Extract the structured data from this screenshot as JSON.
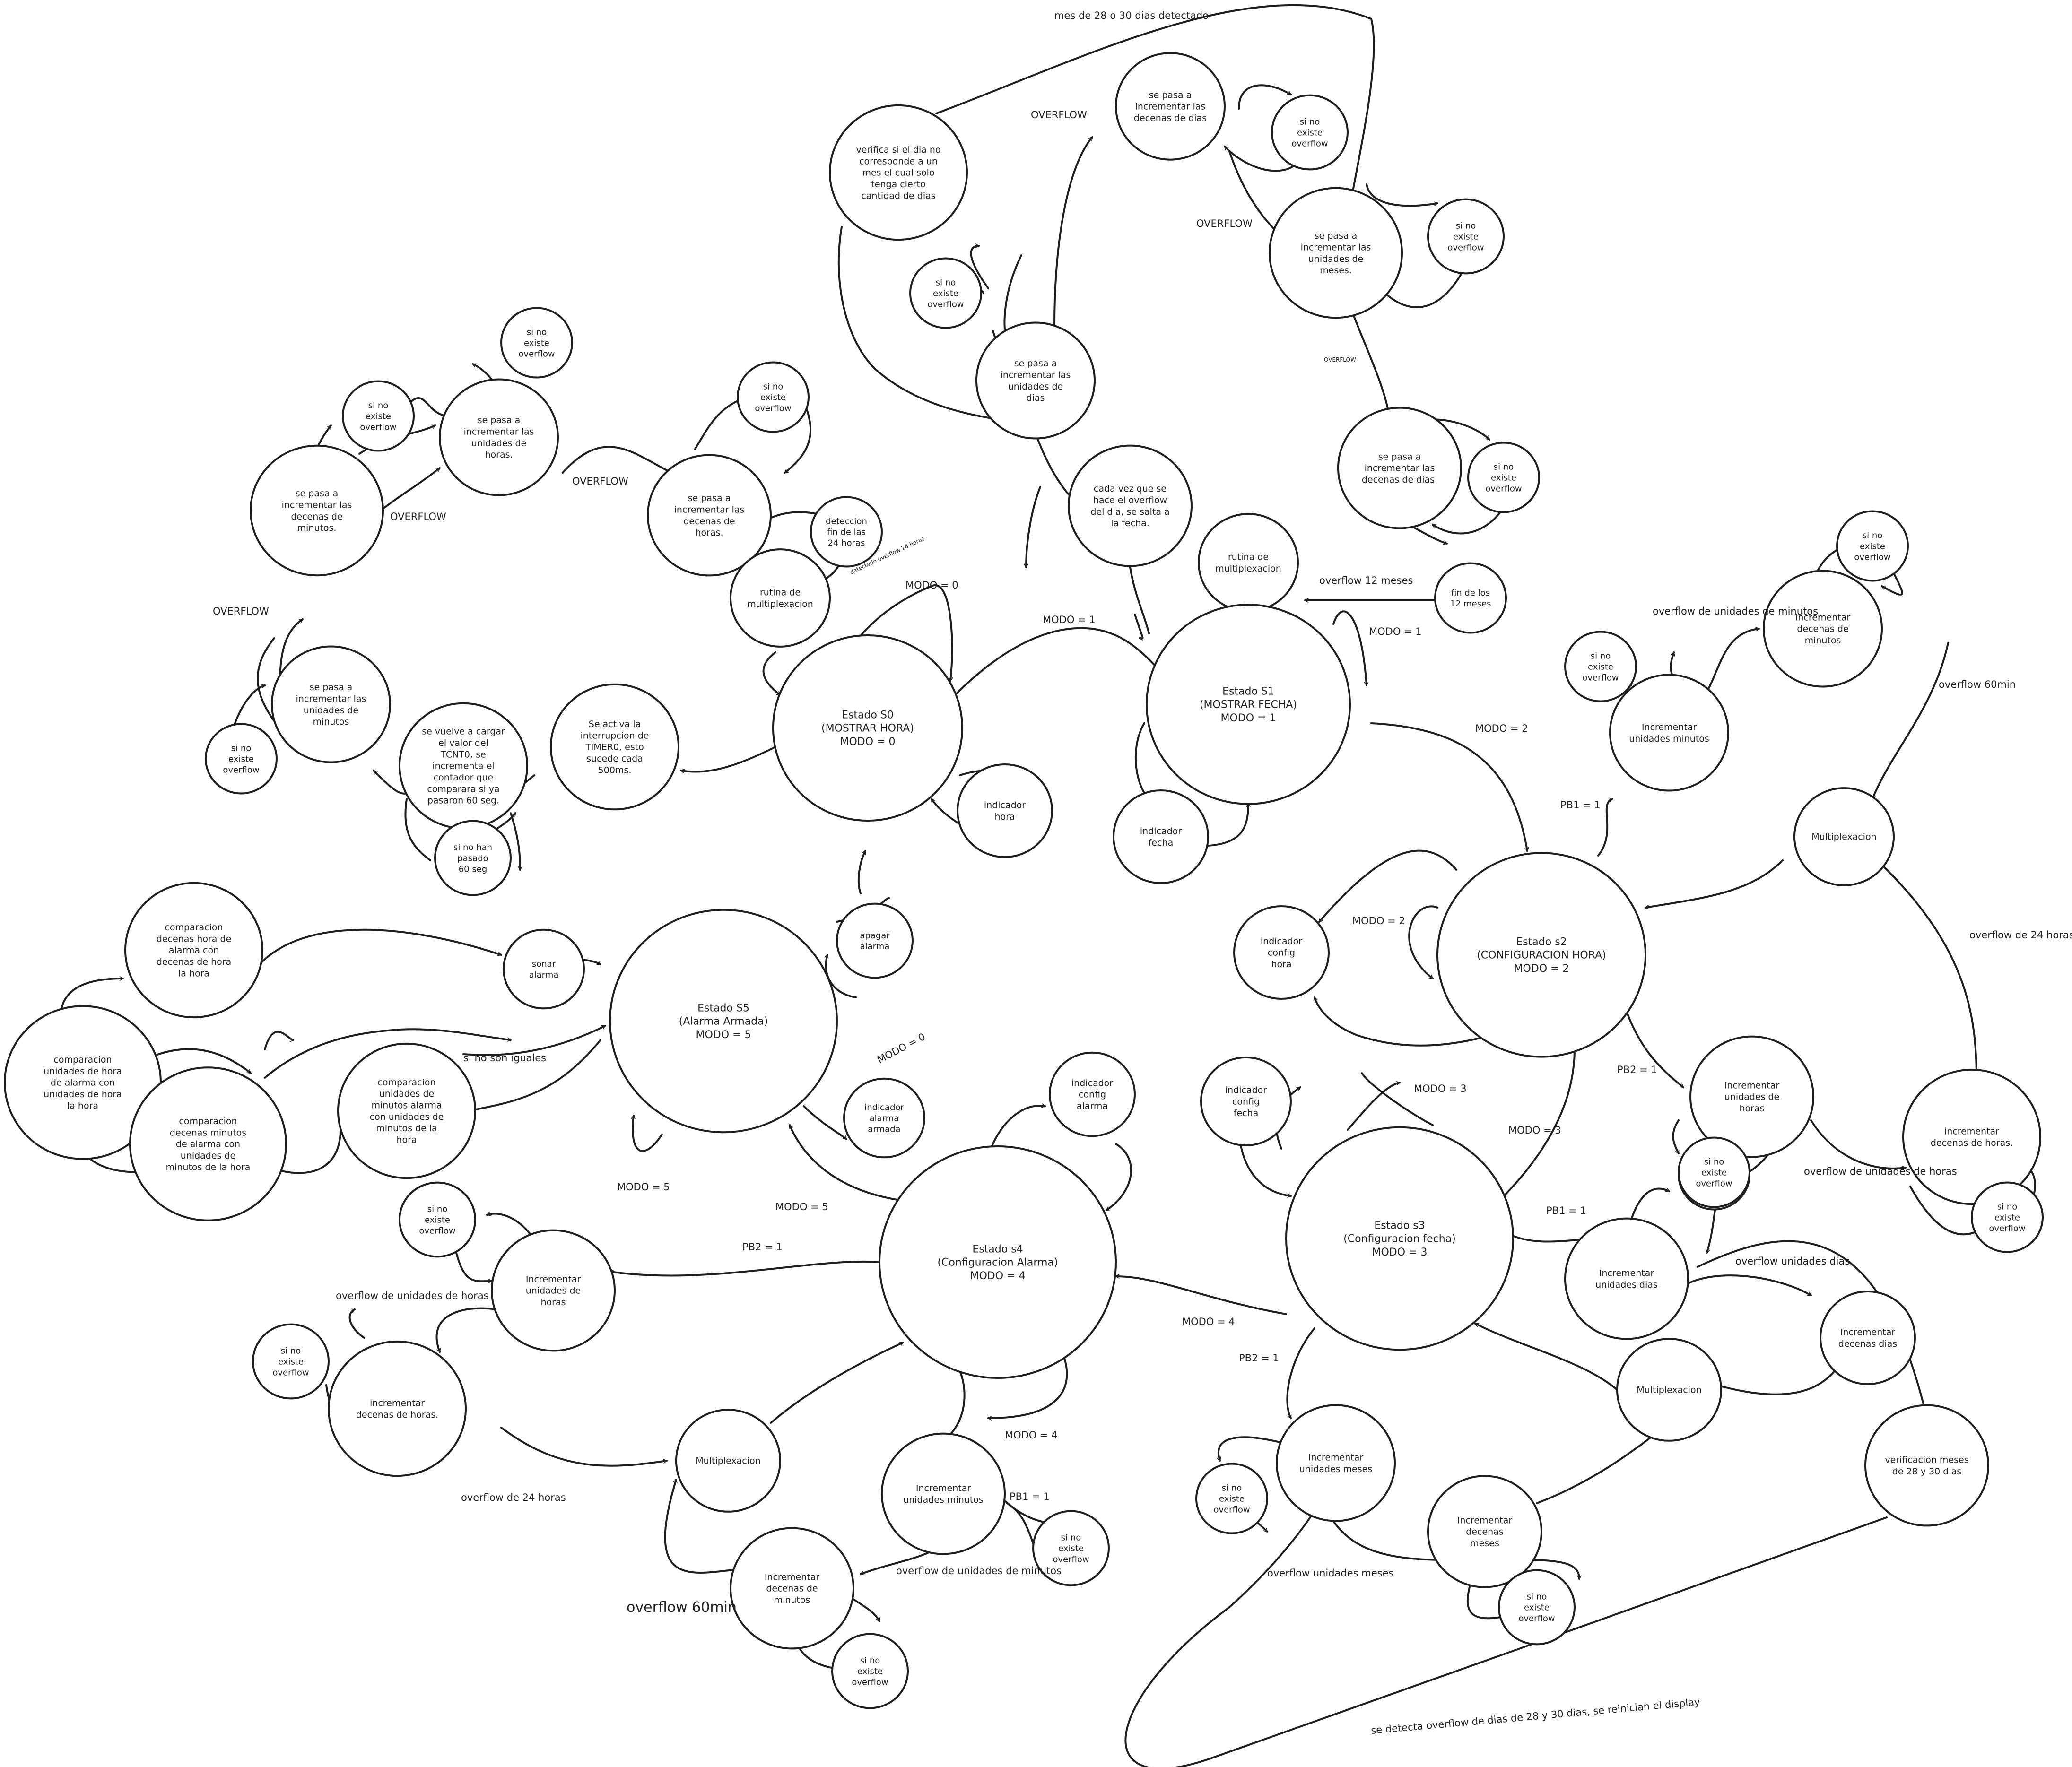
{
  "nodes": [
    {
      "id": "n_verifica",
      "label": "verifica si el dia no corresponde a un mes el cual solo tenga cierto cantidad de dias",
      "lines": [
        "verifica si el dia no",
        "corresponde a un",
        "mes el cual solo",
        "tenga cierto",
        "cantidad de dias"
      ]
    },
    {
      "id": "n_dec_dias_top",
      "label": "se pasa a incrementar las decenas de dias",
      "lines": [
        "se pasa a",
        "incrementar las",
        "decenas de dias"
      ]
    },
    {
      "id": "n_sino_top1",
      "label": "si no existe overflow",
      "lines": [
        "si no",
        "existe",
        "overflow"
      ]
    },
    {
      "id": "n_sino_top2",
      "label": "si no existe overflow",
      "lines": [
        "si no",
        "existe",
        "overflow"
      ]
    },
    {
      "id": "n_uni_meses",
      "label": "se pasa a incrementar las unidades de meses.",
      "lines": [
        "se pasa a",
        "incrementar las",
        "unidades de",
        "meses."
      ]
    },
    {
      "id": "n_sino_dias",
      "label": "si no existe overflow",
      "lines": [
        "si no",
        "existe",
        "overflow"
      ]
    },
    {
      "id": "n_uni_dias",
      "label": "se pasa a incrementar las unidades de dias",
      "lines": [
        "se pasa a",
        "incrementar las",
        "unidades de",
        "dias"
      ]
    },
    {
      "id": "n_cada_vez",
      "label": "cada vez que se hace el overflow del dia, se salta a la fecha.",
      "lines": [
        "cada vez que se",
        "hace el overflow",
        "del dia, se salta a",
        "la fecha."
      ]
    },
    {
      "id": "n_dec_dias2",
      "label": "se pasa a incrementar las decenas de dias.",
      "lines": [
        "se pasa a",
        "incrementar las",
        "decenas de dias."
      ]
    },
    {
      "id": "n_sino_dec_dias2",
      "label": "si no existe overflow",
      "lines": [
        "si no",
        "existe",
        "overflow"
      ]
    },
    {
      "id": "n_fin12",
      "label": "fin de los 12 meses",
      "lines": [
        "fin de los",
        "12 meses"
      ]
    },
    {
      "id": "n_rutina_s1",
      "label": "rutina de multiplexacion",
      "lines": [
        "rutina de",
        "multiplexacion"
      ]
    },
    {
      "id": "n_sino_horas_top",
      "label": "si no existe overflow",
      "lines": [
        "si no",
        "existe",
        "overflow"
      ]
    },
    {
      "id": "n_uni_horas_top",
      "label": "se pasa a incrementar las unidades de horas.",
      "lines": [
        "se pasa a",
        "incrementar las",
        "unidades de",
        "horas."
      ]
    },
    {
      "id": "n_sino_min_top",
      "label": "si no existe overflow",
      "lines": [
        "si no",
        "existe",
        "overflow"
      ]
    },
    {
      "id": "n_dec_min_top",
      "label": "se pasa a incrementar las decenas de minutos.",
      "lines": [
        "se pasa a",
        "incrementar las",
        "decenas de",
        "minutos."
      ]
    },
    {
      "id": "n_sino_dh",
      "label": "si no existe overflow",
      "lines": [
        "si no",
        "existe",
        "overflow"
      ]
    },
    {
      "id": "n_dec_horas_top",
      "label": "se pasa a incrementar las decenas de horas.",
      "lines": [
        "se pasa a",
        "incrementar las",
        "decenas de",
        "horas."
      ]
    },
    {
      "id": "n_deteccion",
      "label": "deteccion fin de las 24 horas",
      "lines": [
        "deteccion",
        "fin de las",
        "24 horas"
      ]
    },
    {
      "id": "n_rutina_s0",
      "label": "rutina de multiplexacion",
      "lines": [
        "rutina de",
        "multiplexacion"
      ]
    },
    {
      "id": "n_uni_min_top",
      "label": "se pasa a incrementar las unidades de minutos",
      "lines": [
        "se pasa a",
        "incrementar las",
        "unidades de",
        "minutos"
      ]
    },
    {
      "id": "n_sino_um",
      "label": "si no existe overflow",
      "lines": [
        "si no",
        "existe",
        "overflow"
      ]
    },
    {
      "id": "n_tcnt",
      "label": "se vuelve a cargar el valor del TCNT0, se incrementa el contador que comparara si ya pasaron 60 seg.",
      "lines": [
        "se vuelve a cargar",
        "el valor del",
        "TCNT0, se",
        "incrementa el",
        "contador que",
        "comparara si ya",
        "pasaron 60 seg."
      ]
    },
    {
      "id": "n_sinohan",
      "label": "si no han pasado 60 seg",
      "lines": [
        "si no han",
        "pasado",
        "60 seg"
      ]
    },
    {
      "id": "n_interrupcion",
      "label": "Se activa la interrupcion de TIMER0, esto sucede cada 500ms.",
      "lines": [
        "Se activa la",
        "interrupcion de",
        "TIMER0, esto",
        "sucede cada",
        "500ms."
      ]
    },
    {
      "id": "n_s0",
      "label": "Estado S0 (MOSTRAR HORA) MODO = 0",
      "lines": [
        "Estado S0",
        "(MOSTRAR HORA)",
        "MODO = 0"
      ]
    },
    {
      "id": "n_ind_hora",
      "label": "indicador hora",
      "lines": [
        "indicador",
        "hora"
      ]
    },
    {
      "id": "n_s1",
      "label": "Estado S1 (MOSTRAR FECHA) MODO = 1",
      "lines": [
        "Estado S1",
        "(MOSTRAR FECHA)",
        "MODO = 1"
      ]
    },
    {
      "id": "n_ind_fecha",
      "label": "indicador fecha",
      "lines": [
        "indicador",
        "fecha"
      ]
    },
    {
      "id": "n_sino_s2um",
      "label": "si no existe overflow",
      "lines": [
        "si no",
        "existe",
        "overflow"
      ]
    },
    {
      "id": "n_inc_um_s2",
      "label": "Incrementar unidades minutos",
      "lines": [
        "Incrementar",
        "unidades minutos"
      ]
    },
    {
      "id": "n_sino_s2dm",
      "label": "si no existe overflow",
      "lines": [
        "si no",
        "existe",
        "overflow"
      ]
    },
    {
      "id": "n_inc_dm_s2",
      "label": "Incrementar decenas de minutos",
      "lines": [
        "Incrementar",
        "decenas de",
        "minutos"
      ]
    },
    {
      "id": "n_mux_s2",
      "label": "Multiplexacion",
      "lines": [
        "Multiplexacion"
      ]
    },
    {
      "id": "n_ind_cfg_hora",
      "label": "indicador config hora",
      "lines": [
        "indicador",
        "config",
        "hora"
      ]
    },
    {
      "id": "n_s2",
      "label": "Estado s2 (CONFIGURACION HORA) MODO = 2",
      "lines": [
        "Estado s2",
        "(CONFIGURACION HORA)",
        "MODO = 2"
      ]
    },
    {
      "id": "n_inc_uh_s2",
      "label": "Incrementar unidades de horas",
      "lines": [
        "Incrementar",
        "unidades de",
        "horas"
      ]
    },
    {
      "id": "n_sino_s2uh",
      "label": "si no existe overflow",
      "lines": [
        "si no",
        "existe",
        "overflow"
      ]
    },
    {
      "id": "n_inc_dh_s2",
      "label": "incrementar decenas de horas.",
      "lines": [
        "incrementar",
        "decenas de horas."
      ]
    },
    {
      "id": "n_sino_s2dh",
      "label": "si no existe overflow",
      "lines": [
        "si no",
        "existe",
        "overflow"
      ]
    },
    {
      "id": "n_cmp_dh",
      "label": "comparacion decenas hora de alarma con decenas de hora la hora",
      "lines": [
        "comparacion",
        "decenas hora de",
        "alarma con",
        "decenas  de hora",
        "la hora"
      ]
    },
    {
      "id": "n_sonar",
      "label": "sonar alarma",
      "lines": [
        "sonar",
        "alarma"
      ]
    },
    {
      "id": "n_apagar",
      "label": "apagar alarma",
      "lines": [
        "apagar",
        "alarma"
      ]
    },
    {
      "id": "n_s5",
      "label": "Estado S5 (Alarma Armada) MODO = 5",
      "lines": [
        "Estado S5",
        "(Alarma Armada)",
        "MODO = 5"
      ]
    },
    {
      "id": "n_cmp_uh",
      "label": "comparacion unidades de hora de alarma con unidades de hora la hora",
      "lines": [
        "comparacion",
        "unidades de hora",
        "de alarma con",
        "unidades de hora",
        "la hora"
      ]
    },
    {
      "id": "n_cmp_um",
      "label": "comparacion unidades de minutos alarma con unidades de minutos de la hora",
      "lines": [
        "comparacion",
        "unidades de",
        "minutos alarma",
        "con unidades de",
        "minutos de la",
        "hora"
      ]
    },
    {
      "id": "n_cmp_dm",
      "label": "comparacion decenas minutos de alarma con unidades de minutos de la hora",
      "lines": [
        "comparacion",
        "decenas minutos",
        "de alarma con",
        "unidades  de",
        "minutos de la hora"
      ]
    },
    {
      "id": "n_ind_alarma_armada",
      "label": "indicador alarma armada",
      "lines": [
        "indicador",
        "alarma",
        "armada"
      ]
    },
    {
      "id": "n_ind_cfg_alarma",
      "label": "indicador config alarma",
      "lines": [
        "indicador",
        "config",
        "alarma"
      ]
    },
    {
      "id": "n_ind_cfg_fecha",
      "label": "indicador config fecha",
      "lines": [
        "indicador",
        "config",
        "fecha"
      ]
    },
    {
      "id": "n_s3",
      "label": "Estado s3 (Configuracion fecha) MODO = 3",
      "lines": [
        "Estado s3",
        "(Configuracion fecha)",
        "MODO = 3"
      ]
    },
    {
      "id": "n_sino_s4h",
      "label": "si no existe overflow",
      "lines": [
        "si no",
        "existe",
        "overflow"
      ]
    },
    {
      "id": "n_inc_uh_s4",
      "label": "Incrementar unidades de horas",
      "lines": [
        "Incrementar",
        "unidades de",
        "horas"
      ]
    },
    {
      "id": "n_s4",
      "label": "Estado s4 (Configuracion Alarma) MODO = 4",
      "lines": [
        "Estado s4",
        "(Configuracion Alarma)",
        "MODO = 4"
      ]
    },
    {
      "id": "n_sino_s3ud",
      "label": "si no existe overflow",
      "lines": [
        "si no",
        "existe",
        "overflow"
      ]
    },
    {
      "id": "n_inc_ud_s3",
      "label": "Incrementar unidades dias",
      "lines": [
        "Incrementar",
        "unidades dias"
      ]
    },
    {
      "id": "n_inc_dd_s3",
      "label": "Incrementar decenas dias",
      "lines": [
        "Incrementar",
        "decenas dias"
      ]
    },
    {
      "id": "n_sino_s4dh",
      "label": "si no existe overflow",
      "lines": [
        "si no",
        "existe",
        "overflow"
      ]
    },
    {
      "id": "n_inc_dh_s4",
      "label": "incrementar decenas de horas.",
      "lines": [
        "incrementar",
        "decenas de horas."
      ]
    },
    {
      "id": "n_mux_s3",
      "label": "Multiplexacion",
      "lines": [
        "Multiplexacion"
      ]
    },
    {
      "id": "n_mux_s4",
      "label": "Multiplexacion",
      "lines": [
        "Multiplexacion"
      ]
    },
    {
      "id": "n_verif_meses",
      "label": "verificacion meses de 28 y 30 dias",
      "lines": [
        "verificacion meses",
        "de 28 y 30 dias"
      ]
    },
    {
      "id": "n_inc_um_s4",
      "label": "Incrementar unidades minutos",
      "lines": [
        "Incrementar",
        "unidades minutos"
      ]
    },
    {
      "id": "n_inc_umes_s3",
      "label": "Incrementar unidades meses",
      "lines": [
        "Incrementar",
        "unidades meses"
      ]
    },
    {
      "id": "n_sino_s4um",
      "label": "si no existe overflow",
      "lines": [
        "si no",
        "existe",
        "overflow"
      ]
    },
    {
      "id": "n_sino_s3umes",
      "label": "si no existe overflow",
      "lines": [
        "si no",
        "existe",
        "overflow"
      ]
    },
    {
      "id": "n_inc_dmes_s3",
      "label": "Incrementar decenas meses",
      "lines": [
        "Incrementar",
        "decenas",
        "meses"
      ]
    },
    {
      "id": "n_inc_dm_s4",
      "label": "Incrementar decenas de minutos",
      "lines": [
        "Incrementar",
        "decenas de",
        "minutos"
      ]
    },
    {
      "id": "n_sino_s3dmes",
      "label": "si no existe overflow",
      "lines": [
        "si no",
        "existe",
        "overflow"
      ]
    },
    {
      "id": "n_sino_s4dm",
      "label": "si no existe overflow",
      "lines": [
        "si no",
        "existe",
        "overflow"
      ]
    }
  ],
  "labels": [
    {
      "id": "l_mes28",
      "text": "mes de 28 o 30 dias detectado"
    },
    {
      "id": "l_overflow_top",
      "text": "OVERFLOW"
    },
    {
      "id": "l_overflow_mid",
      "text": "OVERFLOW"
    },
    {
      "id": "l_overflow_small",
      "text": "OVERFLOW"
    },
    {
      "id": "l_overflow_1",
      "text": "OVERFLOW"
    },
    {
      "id": "l_overflow_2",
      "text": "OVERFLOW"
    },
    {
      "id": "l_overflow_3",
      "text": "OVERFLOW"
    },
    {
      "id": "l_detectado24",
      "text": "detectado overflow 24 horas"
    },
    {
      "id": "l_modo0",
      "text": "MODO = 0"
    },
    {
      "id": "l_modo1a",
      "text": "MODO = 1"
    },
    {
      "id": "l_modo1b",
      "text": "MODO = 1"
    },
    {
      "id": "l_of12",
      "text": "overflow 12 meses"
    },
    {
      "id": "l_modo2a",
      "text": "MODO = 2"
    },
    {
      "id": "l_modo2b",
      "text": "MODO = 2"
    },
    {
      "id": "l_ofum",
      "text": "overflow de unidades de minutos"
    },
    {
      "id": "l_of60",
      "text": "overflow 60min"
    },
    {
      "id": "l_pb1a",
      "text": "PB1 = 1"
    },
    {
      "id": "l_of24a",
      "text": "overflow de 24 horas"
    },
    {
      "id": "l_pb2a",
      "text": "PB2 = 1"
    },
    {
      "id": "l_ofuh_a",
      "text": "overflow de unidades de horas"
    },
    {
      "id": "l_modo0b",
      "text": "MODO = 0"
    },
    {
      "id": "l_sinoiguales",
      "text": "si no son iguales"
    },
    {
      "id": "l_modo3a",
      "text": "MODO = 3"
    },
    {
      "id": "l_modo3b",
      "text": "MODO = 3"
    },
    {
      "id": "l_modo5a",
      "text": "MODO = 5"
    },
    {
      "id": "l_modo5b",
      "text": "MODO = 5"
    },
    {
      "id": "l_pb2b",
      "text": "PB2 = 1"
    },
    {
      "id": "l_pb1b",
      "text": "PB1 = 1"
    },
    {
      "id": "l_ofud",
      "text": "overflow unidades dias"
    },
    {
      "id": "l_ofuh_b",
      "text": "overflow de unidades de horas"
    },
    {
      "id": "l_modo4a",
      "text": "MODO = 4"
    },
    {
      "id": "l_pb2c",
      "text": "PB2 = 1"
    },
    {
      "id": "l_modo4b",
      "text": "MODO = 4"
    },
    {
      "id": "l_pb1c",
      "text": "PB1 = 1"
    },
    {
      "id": "l_of24b",
      "text": "overflow de 24 horas"
    },
    {
      "id": "l_ofum_b",
      "text": "overflow de unidades de minutos"
    },
    {
      "id": "l_ofumes",
      "text": "overflow unidades meses"
    },
    {
      "id": "l_of60b",
      "text": "overflow 60min"
    },
    {
      "id": "l_reinician",
      "text": "se detecta overflow de dias de 28 y 30 dias, se reinician el display"
    }
  ]
}
